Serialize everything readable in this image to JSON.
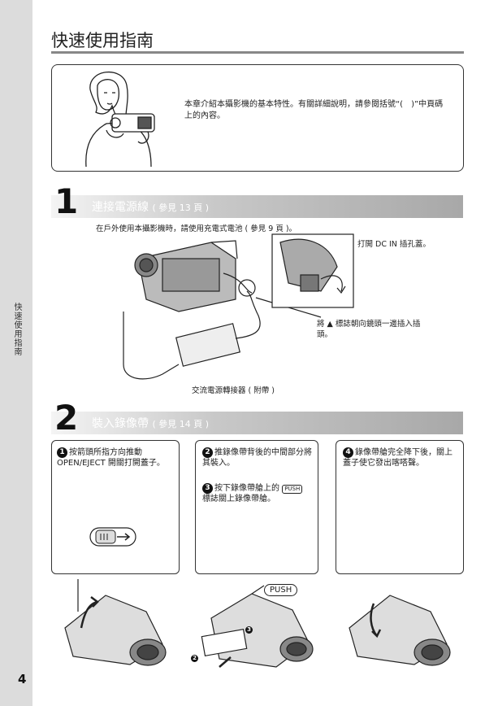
{
  "sidebar": {
    "label": "快速使用指南"
  },
  "page": {
    "number": "4",
    "title": "快速使用指南"
  },
  "intro": {
    "text": "本章介紹本攝影機的基本特性。有關詳細說明，請參閱括號“(　)”中頁碼上的內容。"
  },
  "step1": {
    "number": "1",
    "title": "連接電源線",
    "ref": "( 參見 13 頁 )",
    "note": "在戶外使用本攝影機時，請使用充電式電池 ( 參見 9 頁 )。",
    "callout_dcin": "打開 DC IN 插孔蓋。",
    "callout_plug": "將 ▲ 標誌朝向鏡頭一邊插入插頭。",
    "callout_adaptor": "交流電源轉接器 ( 附帶 )"
  },
  "step2": {
    "number": "2",
    "title": "裝入錄像帶",
    "ref": "( 參見 14 頁 )",
    "panel1": {
      "num": "1",
      "text": "按箭頭所指方向推動 OPEN/EJECT 開關打開蓋子。"
    },
    "panel2": {
      "a_num": "2",
      "a_text": "推錄像帶背後的中間部分將其裝入。",
      "b_num": "3",
      "b_chip": "PUSH",
      "b_text_pre": "按下錄像帶艙上的",
      "b_text_post": "標誌關上錄像帶艙。"
    },
    "panel3": {
      "num": "4",
      "text": "錄像帶艙完全降下後，關上蓋子使它發出喀嗒聲。"
    },
    "push_callout": "PUSH",
    "figure_marker_2": "2",
    "figure_marker_3": "3"
  }
}
